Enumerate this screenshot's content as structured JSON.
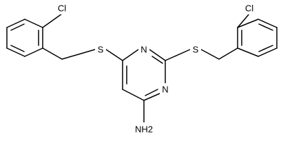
{
  "molecule": {
    "atom_labels": {
      "cl_left": "Cl",
      "cl_right": "Cl",
      "s_left": "S",
      "s_right": "S",
      "n_ring_top": "N",
      "n_ring_bottom": "N",
      "amine": "NH2"
    }
  }
}
